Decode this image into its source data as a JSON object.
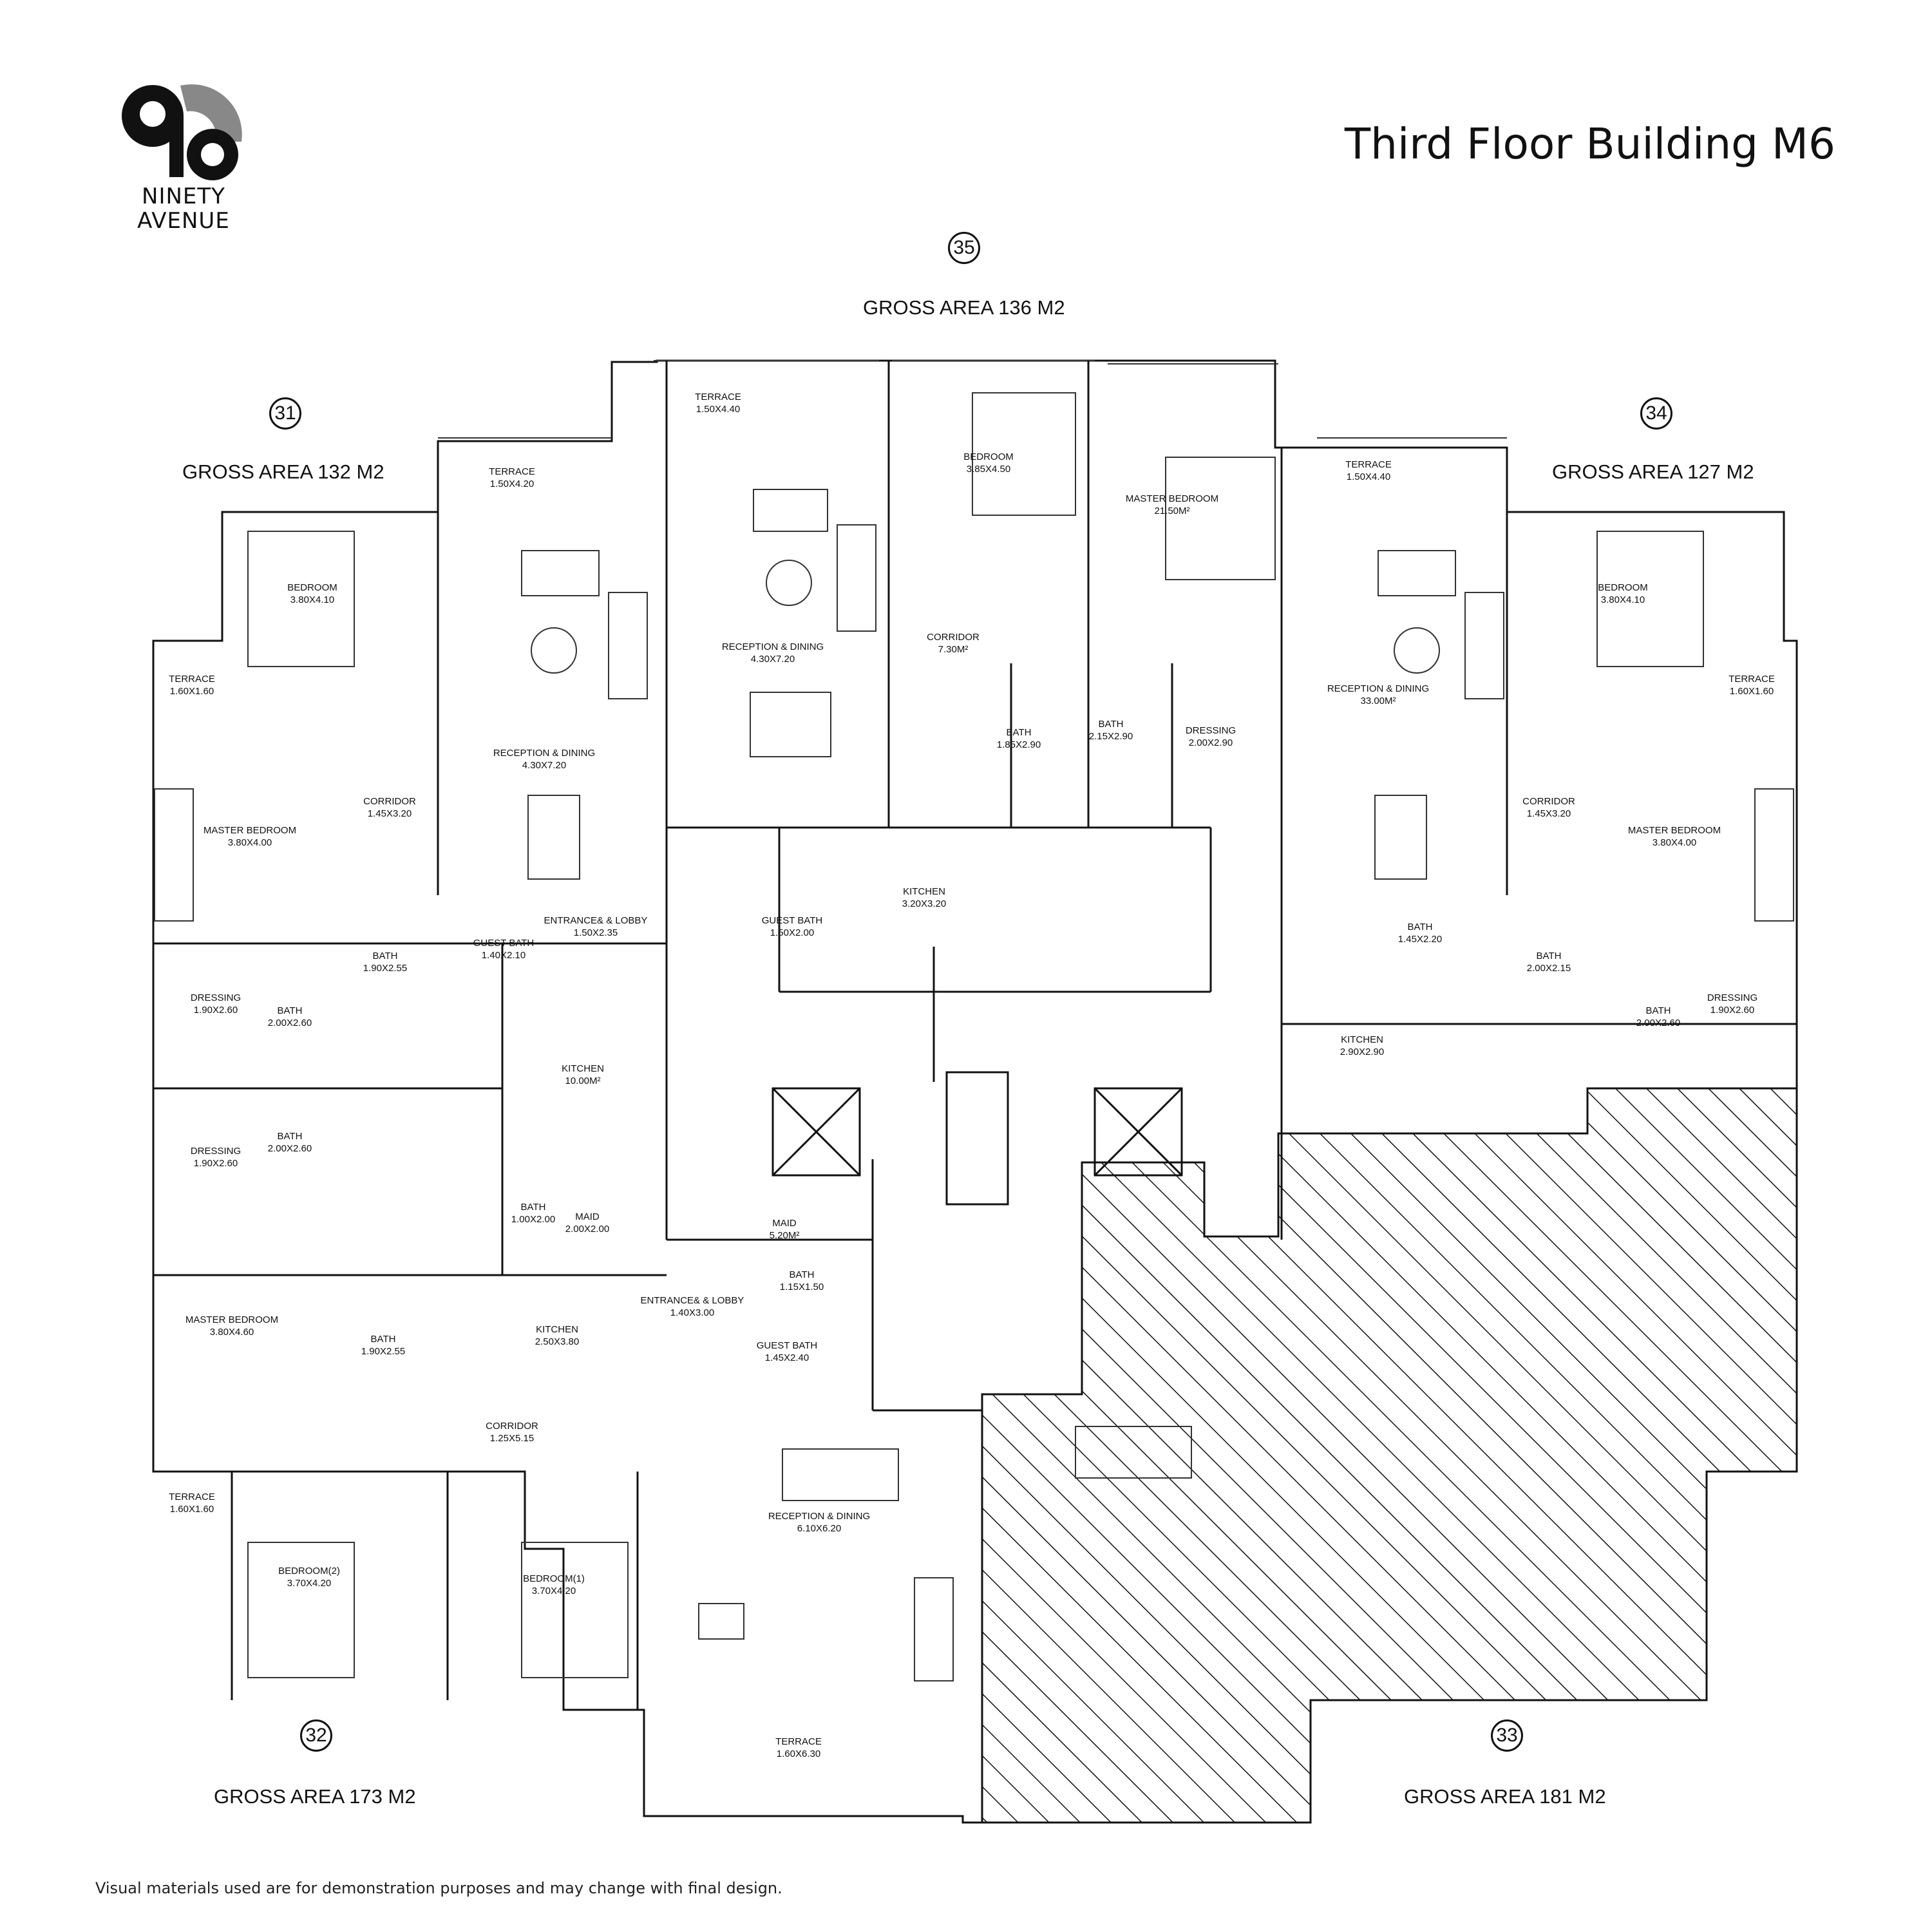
{
  "brand": {
    "line1": "NINETY",
    "line2": "AVENUE"
  },
  "title": "Third Floor Building M6",
  "disclaimer": "Visual materials used are for demonstration purposes and may change with final design.",
  "units": [
    {
      "number": "35",
      "gross_area": "GROSS AREA 136 M2"
    },
    {
      "number": "31",
      "gross_area": "GROSS AREA 132 M2"
    },
    {
      "number": "34",
      "gross_area": "GROSS AREA 127 M2"
    },
    {
      "number": "32",
      "gross_area": "GROSS AREA 173 M2"
    },
    {
      "number": "33",
      "gross_area": "GROSS AREA 181 M2"
    }
  ],
  "rooms": [
    {
      "name": "TERRACE",
      "size": "1.50X4.40"
    },
    {
      "name": "BEDROOM",
      "size": "3.85X4.50"
    },
    {
      "name": "MASTER BEDROOM",
      "size": "21.50M²"
    },
    {
      "name": "RECEPTION & DINING",
      "size": "4.30X7.20"
    },
    {
      "name": "CORRIDOR",
      "size": "7.30M²"
    },
    {
      "name": "BATH",
      "size": "1.85X2.90"
    },
    {
      "name": "BATH",
      "size": "2.15X2.90"
    },
    {
      "name": "DRESSING",
      "size": "2.00X2.90"
    },
    {
      "name": "TERRACE",
      "size": "1.50X4.20"
    },
    {
      "name": "BEDROOM",
      "size": "3.80X4.10"
    },
    {
      "name": "TERRACE",
      "size": "1.60X1.60"
    },
    {
      "name": "RECEPTION & DINING",
      "size": "4.30X7.20"
    },
    {
      "name": "CORRIDOR",
      "size": "1.45X3.20"
    },
    {
      "name": "MASTER BEDROOM",
      "size": "3.80X4.00"
    },
    {
      "name": "BATH",
      "size": "1.90X2.55"
    },
    {
      "name": "GUEST BATH",
      "size": "1.40X2.10"
    },
    {
      "name": "ENTRANCE& & LOBBY",
      "size": "1.50X2.35"
    },
    {
      "name": "DRESSING",
      "size": "1.90X2.60"
    },
    {
      "name": "BATH",
      "size": "2.00X2.60"
    },
    {
      "name": "KITCHEN",
      "size": "10.00M²"
    },
    {
      "name": "DRESSING",
      "size": "1.90X2.60"
    },
    {
      "name": "BATH",
      "size": "2.00X2.60"
    },
    {
      "name": "BATH",
      "size": "1.00X2.00"
    },
    {
      "name": "MAID",
      "size": "2.00X2.00"
    },
    {
      "name": "MASTER BEDROOM",
      "size": "3.80X4.60"
    },
    {
      "name": "BATH",
      "size": "1.90X2.55"
    },
    {
      "name": "KITCHEN",
      "size": "2.50X3.80"
    },
    {
      "name": "CORRIDOR",
      "size": "1.25X5.15"
    },
    {
      "name": "TERRACE",
      "size": "1.60X1.60"
    },
    {
      "name": "BEDROOM(2)",
      "size": "3.70X4.20"
    },
    {
      "name": "BEDROOM(1)",
      "size": "3.70X4.20"
    },
    {
      "name": "KITCHEN",
      "size": "3.20X3.20"
    },
    {
      "name": "GUEST BATH",
      "size": "1.50X2.00"
    },
    {
      "name": "MAID",
      "size": "5.20M²"
    },
    {
      "name": "BATH",
      "size": "1.15X1.50"
    },
    {
      "name": "ENTRANCE& & LOBBY",
      "size": "1.40X3.00"
    },
    {
      "name": "GUEST BATH",
      "size": "1.45X2.40"
    },
    {
      "name": "RECEPTION & DINING",
      "size": "6.10X6.20"
    },
    {
      "name": "TERRACE",
      "size": "1.60X6.30"
    },
    {
      "name": "TERRACE",
      "size": "1.50X4.40"
    },
    {
      "name": "RECEPTION & DINING",
      "size": "33.00M²"
    },
    {
      "name": "BEDROOM",
      "size": "3.80X4.10"
    },
    {
      "name": "TERRACE",
      "size": "1.60X1.60"
    },
    {
      "name": "CORRIDOR",
      "size": "1.45X3.20"
    },
    {
      "name": "MASTER BEDROOM",
      "size": "3.80X4.00"
    },
    {
      "name": "BATH",
      "size": "1.45X2.20"
    },
    {
      "name": "BATH",
      "size": "2.00X2.15"
    },
    {
      "name": "DRESSING",
      "size": "1.90X2.60"
    },
    {
      "name": "BATH",
      "size": "2.00X2.60"
    },
    {
      "name": "KITCHEN",
      "size": "2.90X2.90"
    }
  ]
}
